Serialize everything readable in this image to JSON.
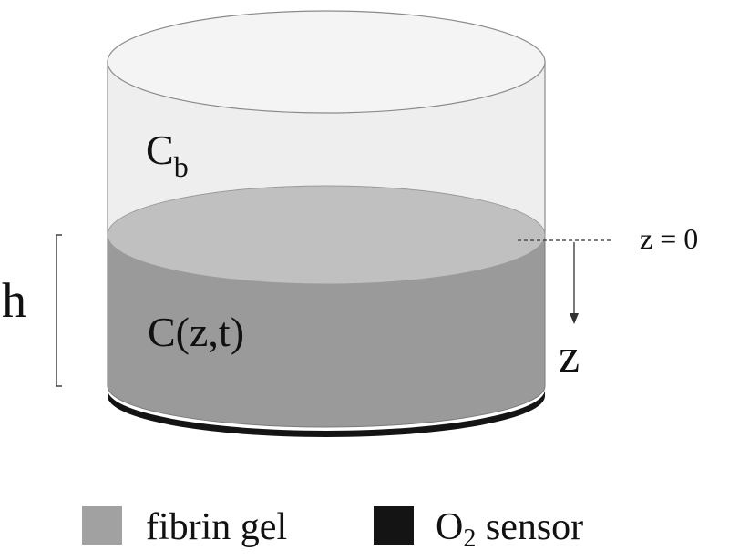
{
  "labels": {
    "bulk_concentration": {
      "base": "C",
      "subscript": "b"
    },
    "gel_concentration": "C(z,t)",
    "height": "h",
    "z_origin": "z = 0",
    "z_axis": "z"
  },
  "legend": [
    {
      "label": "fibrin gel",
      "swatch_color": "#a1a1a1"
    },
    {
      "label_base": "O",
      "label_subscript": "2",
      "label_rest": " sensor",
      "swatch_color": "#141414"
    }
  ],
  "colors": {
    "medium_fill": "#ececec",
    "gel_side": "#9a9a9a",
    "gel_top": "#c0c0c0",
    "sensor": "#141414",
    "outline": "#8a8a8a"
  }
}
